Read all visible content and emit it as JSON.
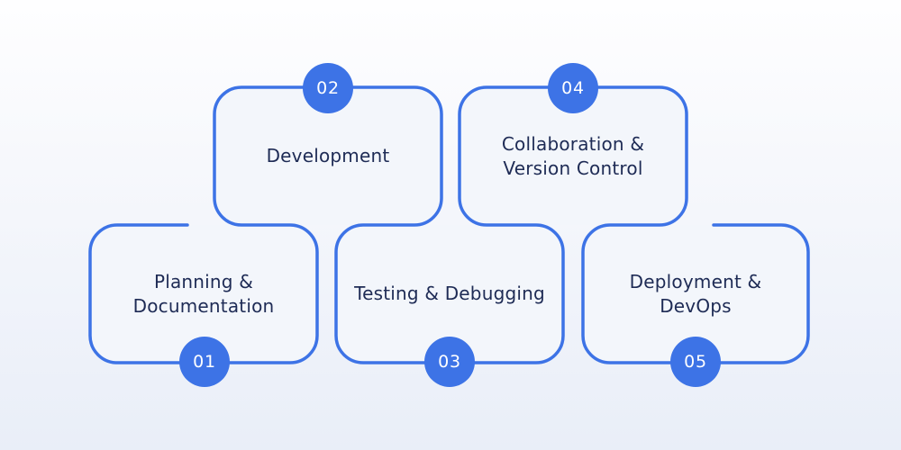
{
  "diagram": {
    "type": "process-flow",
    "steps": [
      {
        "number": "01",
        "label": "Planning &\nDocumentation",
        "row": "bottom"
      },
      {
        "number": "02",
        "label": "Development",
        "row": "top"
      },
      {
        "number": "03",
        "label": "Testing & Debugging",
        "row": "bottom"
      },
      {
        "number": "04",
        "label": "Collaboration &\nVersion Control",
        "row": "top"
      },
      {
        "number": "05",
        "label": "Deployment &\nDevOps",
        "row": "bottom"
      }
    ],
    "colors": {
      "accent": "#3D73E6",
      "badge_text": "#FFFFFF",
      "label_text": "#1E2B55",
      "box_fill": "#F3F6FB",
      "background_top": "#FEFEFF",
      "background_bottom": "#E9EEF8"
    }
  }
}
